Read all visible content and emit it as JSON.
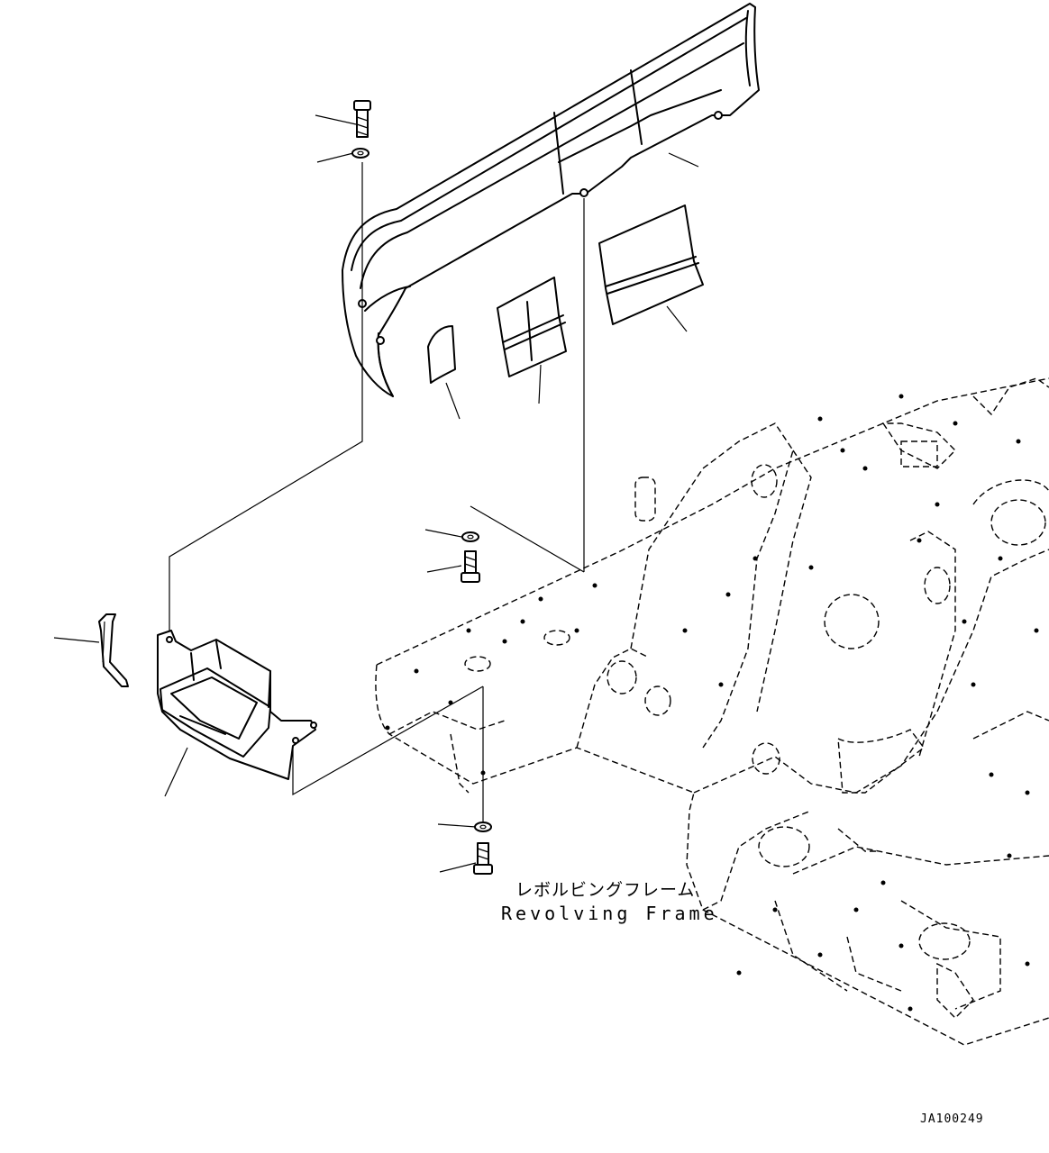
{
  "diagram": {
    "part_label_jp": "レボルビングフレーム",
    "part_label_en": "Revolving Frame",
    "drawing_code": "JA100249"
  },
  "icons": {
    "cover": "curved-side-cover",
    "step": "step-bracket",
    "frame": "revolving-frame",
    "bolt": "bolt-icon",
    "washer": "washer-icon"
  }
}
